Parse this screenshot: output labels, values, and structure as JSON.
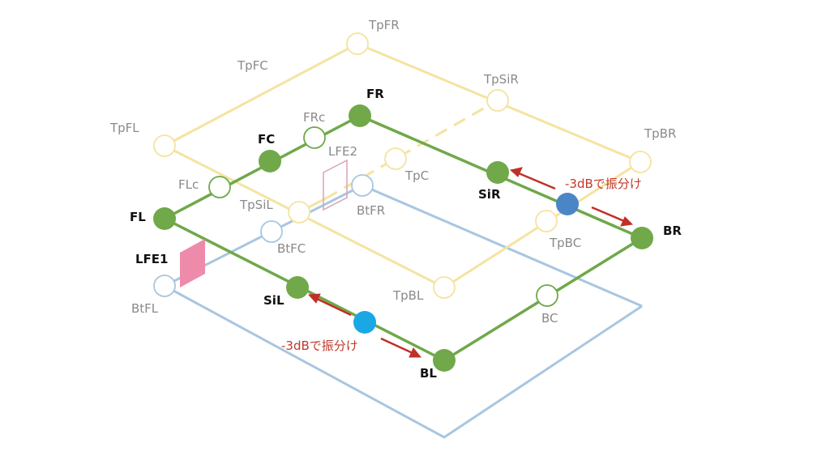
{
  "colors": {
    "top": "#f5e3a0",
    "mid": "#70a84a",
    "bottom": "#a9c6e0",
    "lfe1": "#ee8aaa",
    "lfe2": "#d9a3b3",
    "split_point_front": "#1aa7e6",
    "split_point_rear": "#4a86c5",
    "arrow": "#c0302a"
  },
  "labels": {
    "TpFR": "TpFR",
    "TpFC": "TpFC",
    "TpSiR": "TpSiR",
    "TpFL": "TpFL",
    "TpBR": "TpBR",
    "TpC": "TpC",
    "TpSiL": "TpSiL",
    "TpBC": "TpBC",
    "TpBL": "TpBL",
    "FR": "FR",
    "FRc": "FRc",
    "FC": "FC",
    "FLc": "FLc",
    "FL": "FL",
    "SiR": "SiR",
    "BR": "BR",
    "SiL": "SiL",
    "BL": "BL",
    "BC": "BC",
    "LFE1": "LFE1",
    "LFE2": "LFE2",
    "BtFR": "BtFR",
    "BtFC": "BtFC",
    "BtFL": "BtFL"
  },
  "notes": {
    "split_right": "-3dBで振分け",
    "split_left": "-3dBで振分け"
  }
}
